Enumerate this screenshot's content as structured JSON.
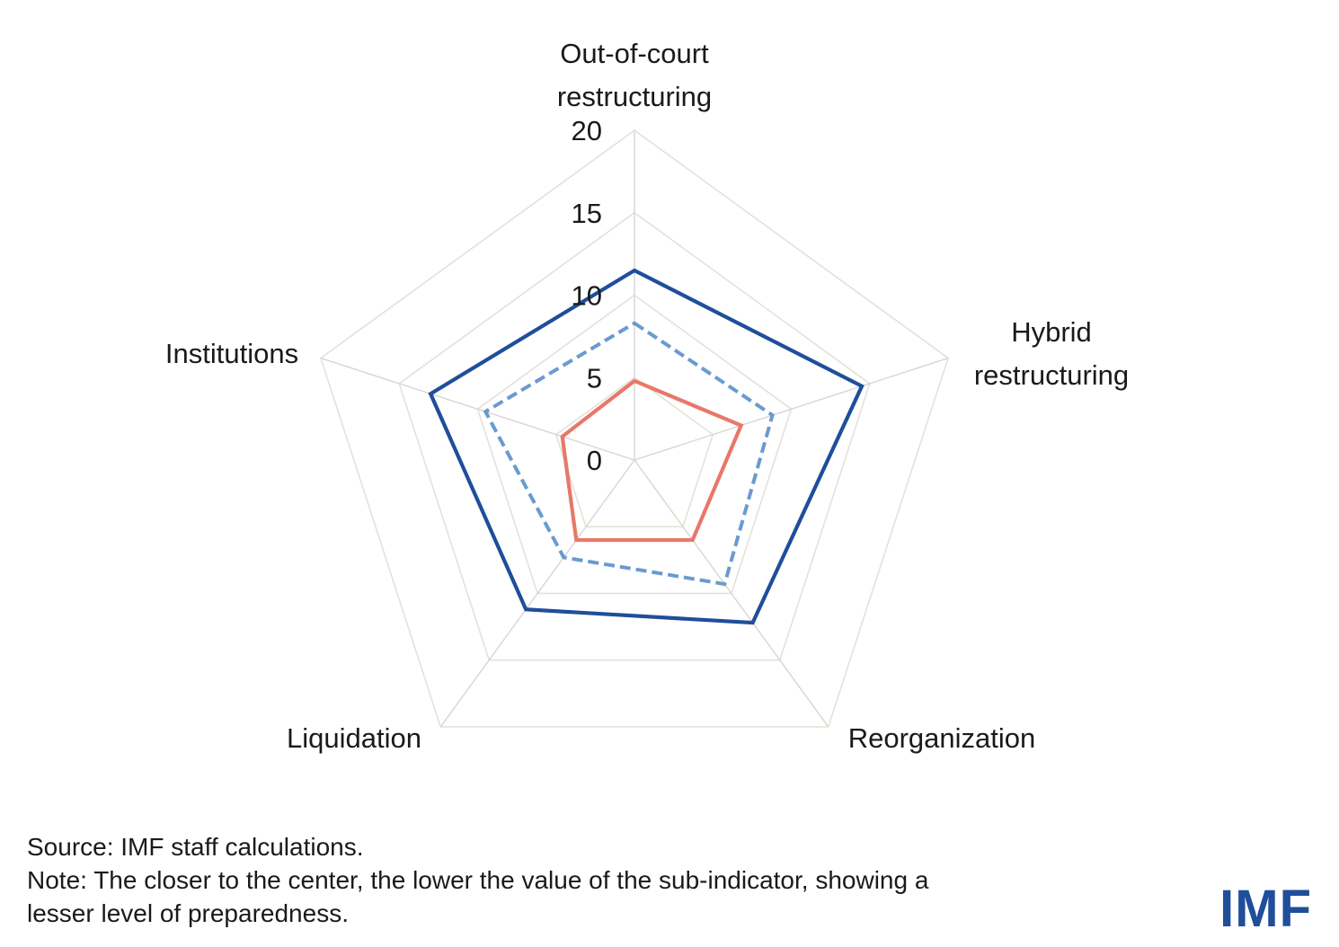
{
  "chart_data": {
    "type": "radar",
    "axes": [
      "Out-of-court\nrestructuring",
      "Hybrid\nrestructuring",
      "Reorganization",
      "Liquidation",
      "Institutions"
    ],
    "ticks": [
      "0",
      "5",
      "10",
      "15",
      "20"
    ],
    "rmax": 20,
    "series": [
      {
        "values": [
          11.5,
          14.5,
          12.2,
          11.2,
          13.0
        ],
        "color": "#1f4e9a",
        "style": "solid"
      },
      {
        "values": [
          8.3,
          8.8,
          9.3,
          7.3,
          9.5
        ],
        "color": "#6a9ad0",
        "style": "dashed"
      },
      {
        "values": [
          4.8,
          6.8,
          6.0,
          6.0,
          4.6
        ],
        "color": "#e8786a",
        "style": "solid"
      }
    ]
  },
  "footer": {
    "source": "Source: IMF staff calculations.",
    "note_line1": "Note: The closer to the center, the lower the value of the sub-indicator, showing a",
    "note_line2": "lesser level of preparedness."
  },
  "logo": {
    "text": "IMF",
    "color": "#1f4e9a"
  }
}
